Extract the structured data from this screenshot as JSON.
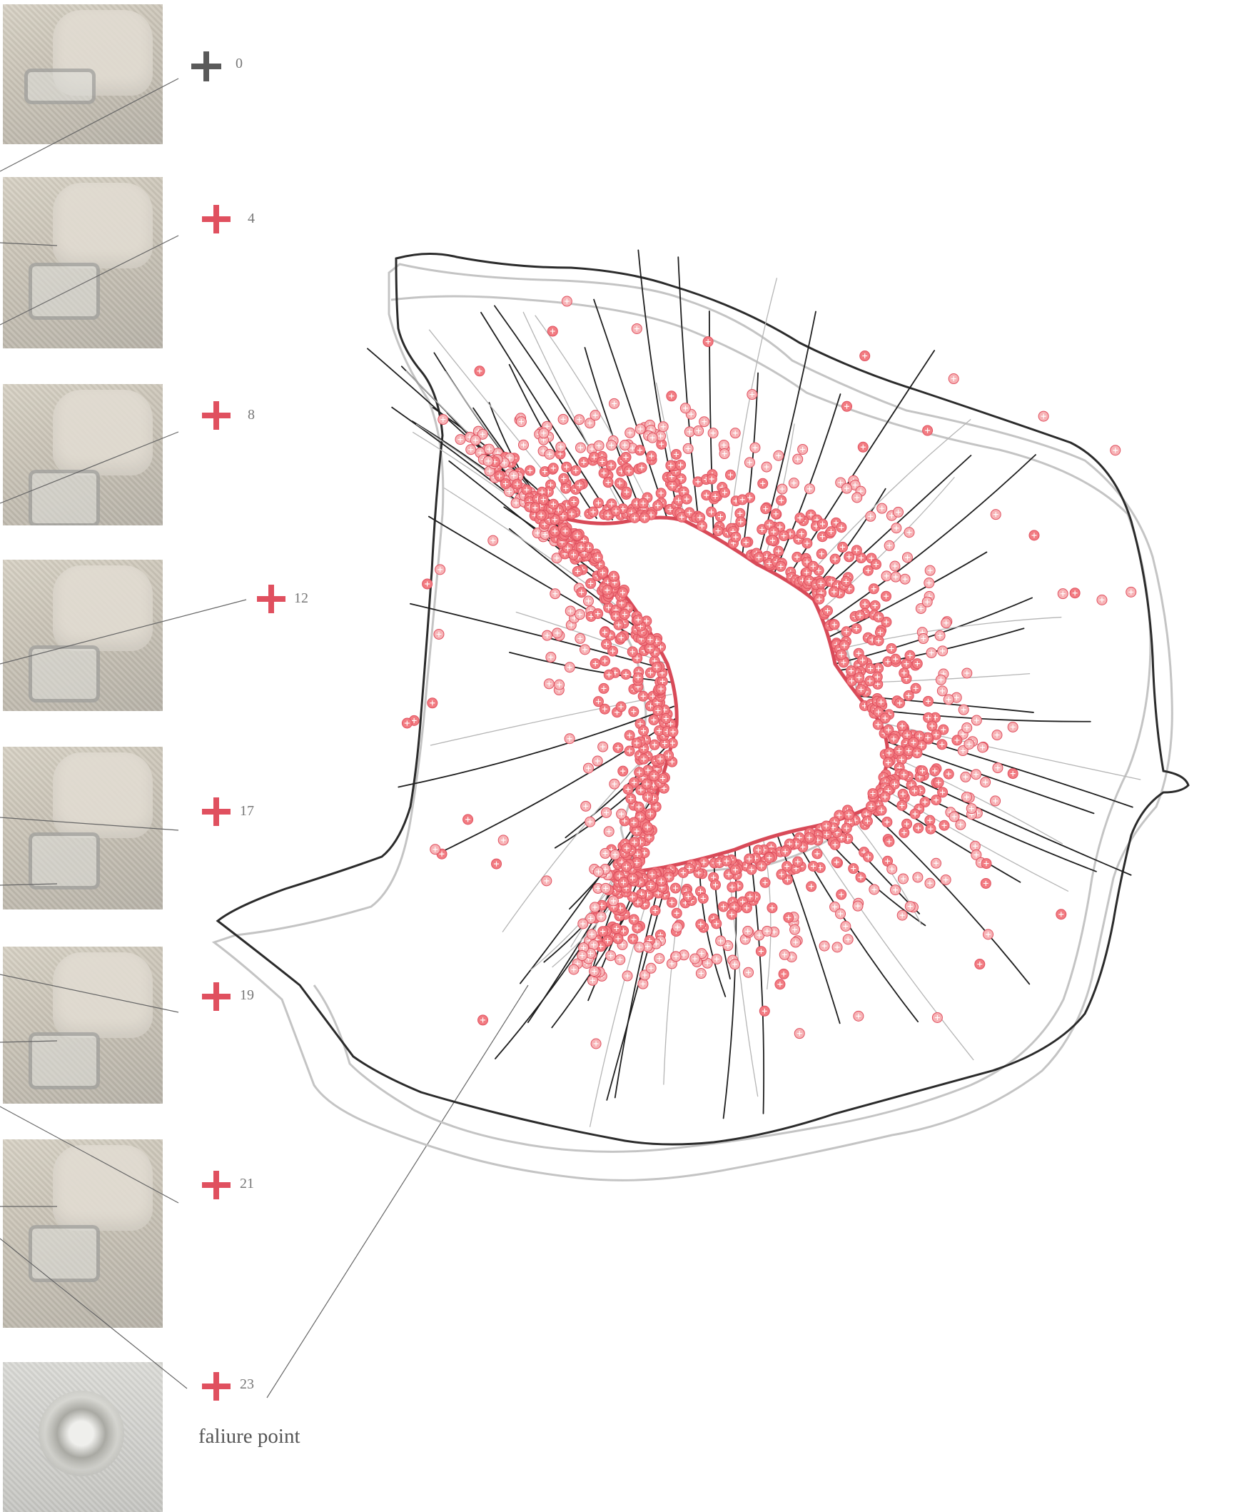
{
  "steps": [
    {
      "label": "0"
    },
    {
      "label": "4"
    },
    {
      "label": "8"
    },
    {
      "label": "12"
    },
    {
      "label": "17"
    },
    {
      "label": "19"
    },
    {
      "label": "21"
    },
    {
      "label": "23"
    }
  ],
  "caption": "faliure point",
  "colors": {
    "accent": "#e0505f",
    "cross_first": "#5a5a5a",
    "outline": "#2b2b2b",
    "faint": "#c4c4c4",
    "dot": "#f07a7f"
  }
}
